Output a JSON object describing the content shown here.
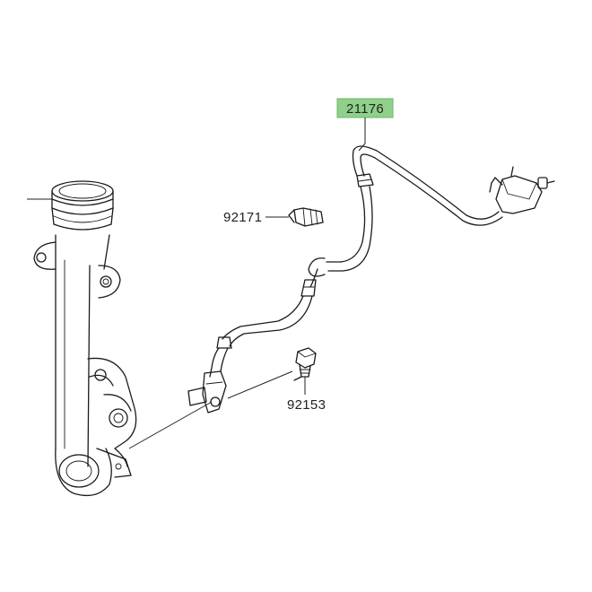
{
  "diagram": {
    "labels": {
      "sensor": "21176",
      "clamp": "92171",
      "bolt": "92153"
    },
    "colors": {
      "background": "#ffffff",
      "line": "#1a1a1a",
      "highlight_box": "#8fd18b",
      "highlight_border": "#6cb568"
    }
  }
}
